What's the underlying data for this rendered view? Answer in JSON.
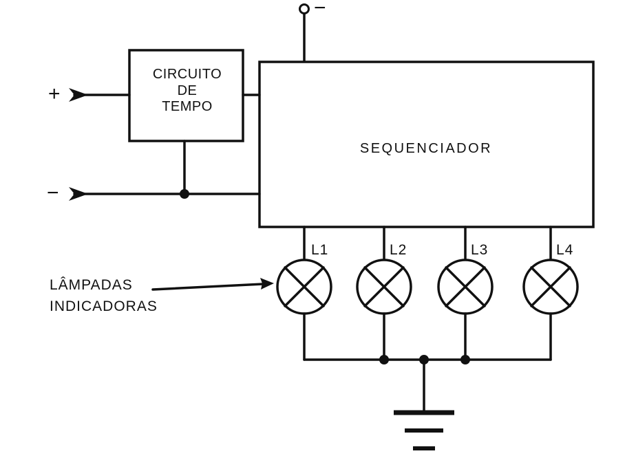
{
  "blocks": {
    "timer": {
      "lines": [
        "CIRCUITO",
        "DE",
        "TEMPO"
      ]
    },
    "sequencer": {
      "label": "SEQUENCIADOR"
    }
  },
  "terminals": {
    "plus": "+",
    "minus": "−",
    "top_minus": "−"
  },
  "lamps": [
    {
      "label": "L1"
    },
    {
      "label": "L2"
    },
    {
      "label": "L3"
    },
    {
      "label": "L4"
    }
  ],
  "annotation": {
    "lines": [
      "LÂMPADAS",
      "INDICADORAS"
    ]
  },
  "colors": {
    "ink": "#111111",
    "paper": "#ffffff"
  }
}
